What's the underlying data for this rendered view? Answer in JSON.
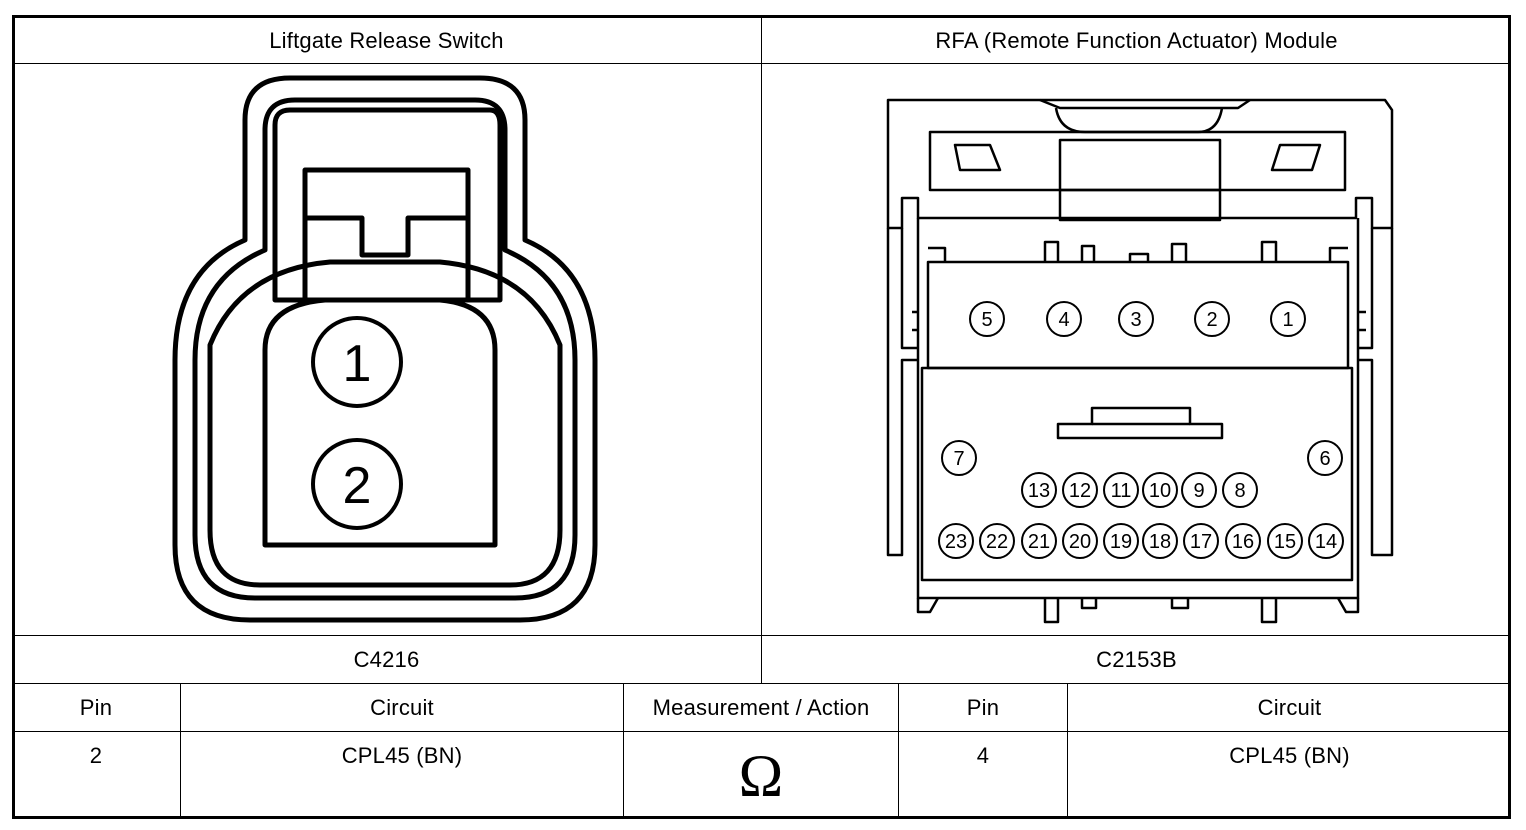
{
  "header": {
    "left_title": "Liftgate Release Switch",
    "right_title": "RFA (Remote Function Actuator) Module"
  },
  "connectors": {
    "left_id": "C4216",
    "right_id": "C2153B"
  },
  "left_connector_pins": [
    "1",
    "2"
  ],
  "right_connector_pins": {
    "top_row": [
      "5",
      "4",
      "3",
      "2",
      "1"
    ],
    "side_left": "7",
    "side_right": "6",
    "middle_row": [
      "13",
      "12",
      "11",
      "10",
      "9",
      "8"
    ],
    "bottom_row": [
      "23",
      "22",
      "21",
      "20",
      "19",
      "18",
      "17",
      "16",
      "15",
      "14"
    ]
  },
  "table": {
    "headers": [
      "Pin",
      "Circuit",
      "Measurement / Action",
      "Pin",
      "Circuit"
    ],
    "row": {
      "pin_a": "2",
      "circuit_a": "CPL45 (BN)",
      "measurement_symbol": "Ω",
      "pin_b": "4",
      "circuit_b": "CPL45 (BN)"
    }
  }
}
